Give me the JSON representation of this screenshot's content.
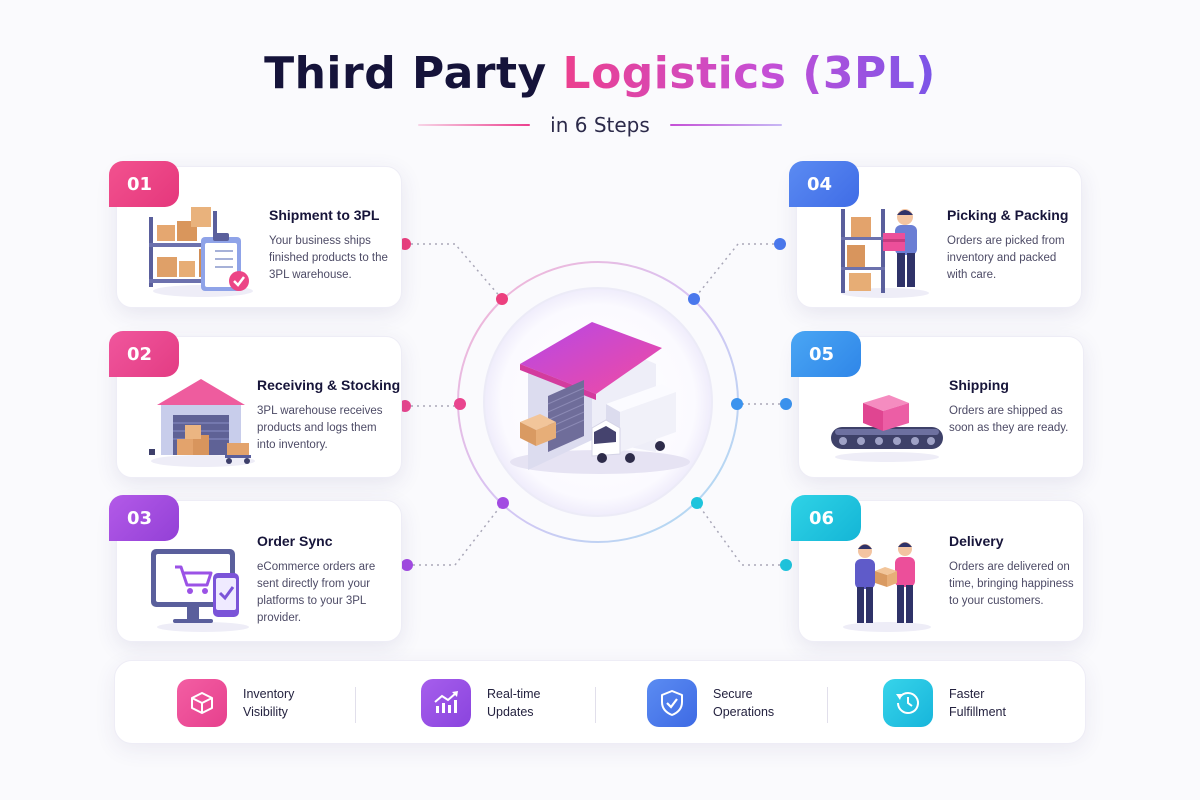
{
  "title": {
    "main": "Third Party",
    "highlight": "Logistics (3PL)",
    "subtitle": "in 6 Steps"
  },
  "steps": [
    {
      "number": "01",
      "heading": "Shipment to 3PL",
      "desc": "Your business ships finished products to the 3PL warehouse.",
      "color": "#ec3f7e"
    },
    {
      "number": "02",
      "heading": "Receiving & Stocking",
      "desc": "3PL warehouse receives products and logs them into inventory.",
      "color": "#e9458e"
    },
    {
      "number": "03",
      "heading": "Order Sync",
      "desc": "eCommerce orders are sent directly from your platforms to your 3PL provider.",
      "color": "#a24be2"
    },
    {
      "number": "04",
      "heading": "Picking & Packing",
      "desc": "Orders are picked from inventory and packed with care.",
      "color": "#4a78ec"
    },
    {
      "number": "05",
      "heading": "Shipping",
      "desc": "Orders are shipped as soon as they are ready.",
      "color": "#3b93ee"
    },
    {
      "number": "06",
      "heading": "Delivery",
      "desc": "Orders are delivered on time, bringing happiness to your customers.",
      "color": "#1ec4dc"
    }
  ],
  "features": [
    {
      "label": "Inventory Visibility",
      "icon": "box-icon",
      "color": "#ec4f9a"
    },
    {
      "label": "Real-time Updates",
      "icon": "chart-up-icon",
      "color": "#9b52e6"
    },
    {
      "label": "Secure Operations",
      "icon": "shield-check-icon",
      "color": "#4a7bec"
    },
    {
      "label": "Faster Fulfillment",
      "icon": "clock-icon",
      "color": "#23c2e0"
    }
  ],
  "center": {
    "icon": "warehouse-truck-icon"
  }
}
